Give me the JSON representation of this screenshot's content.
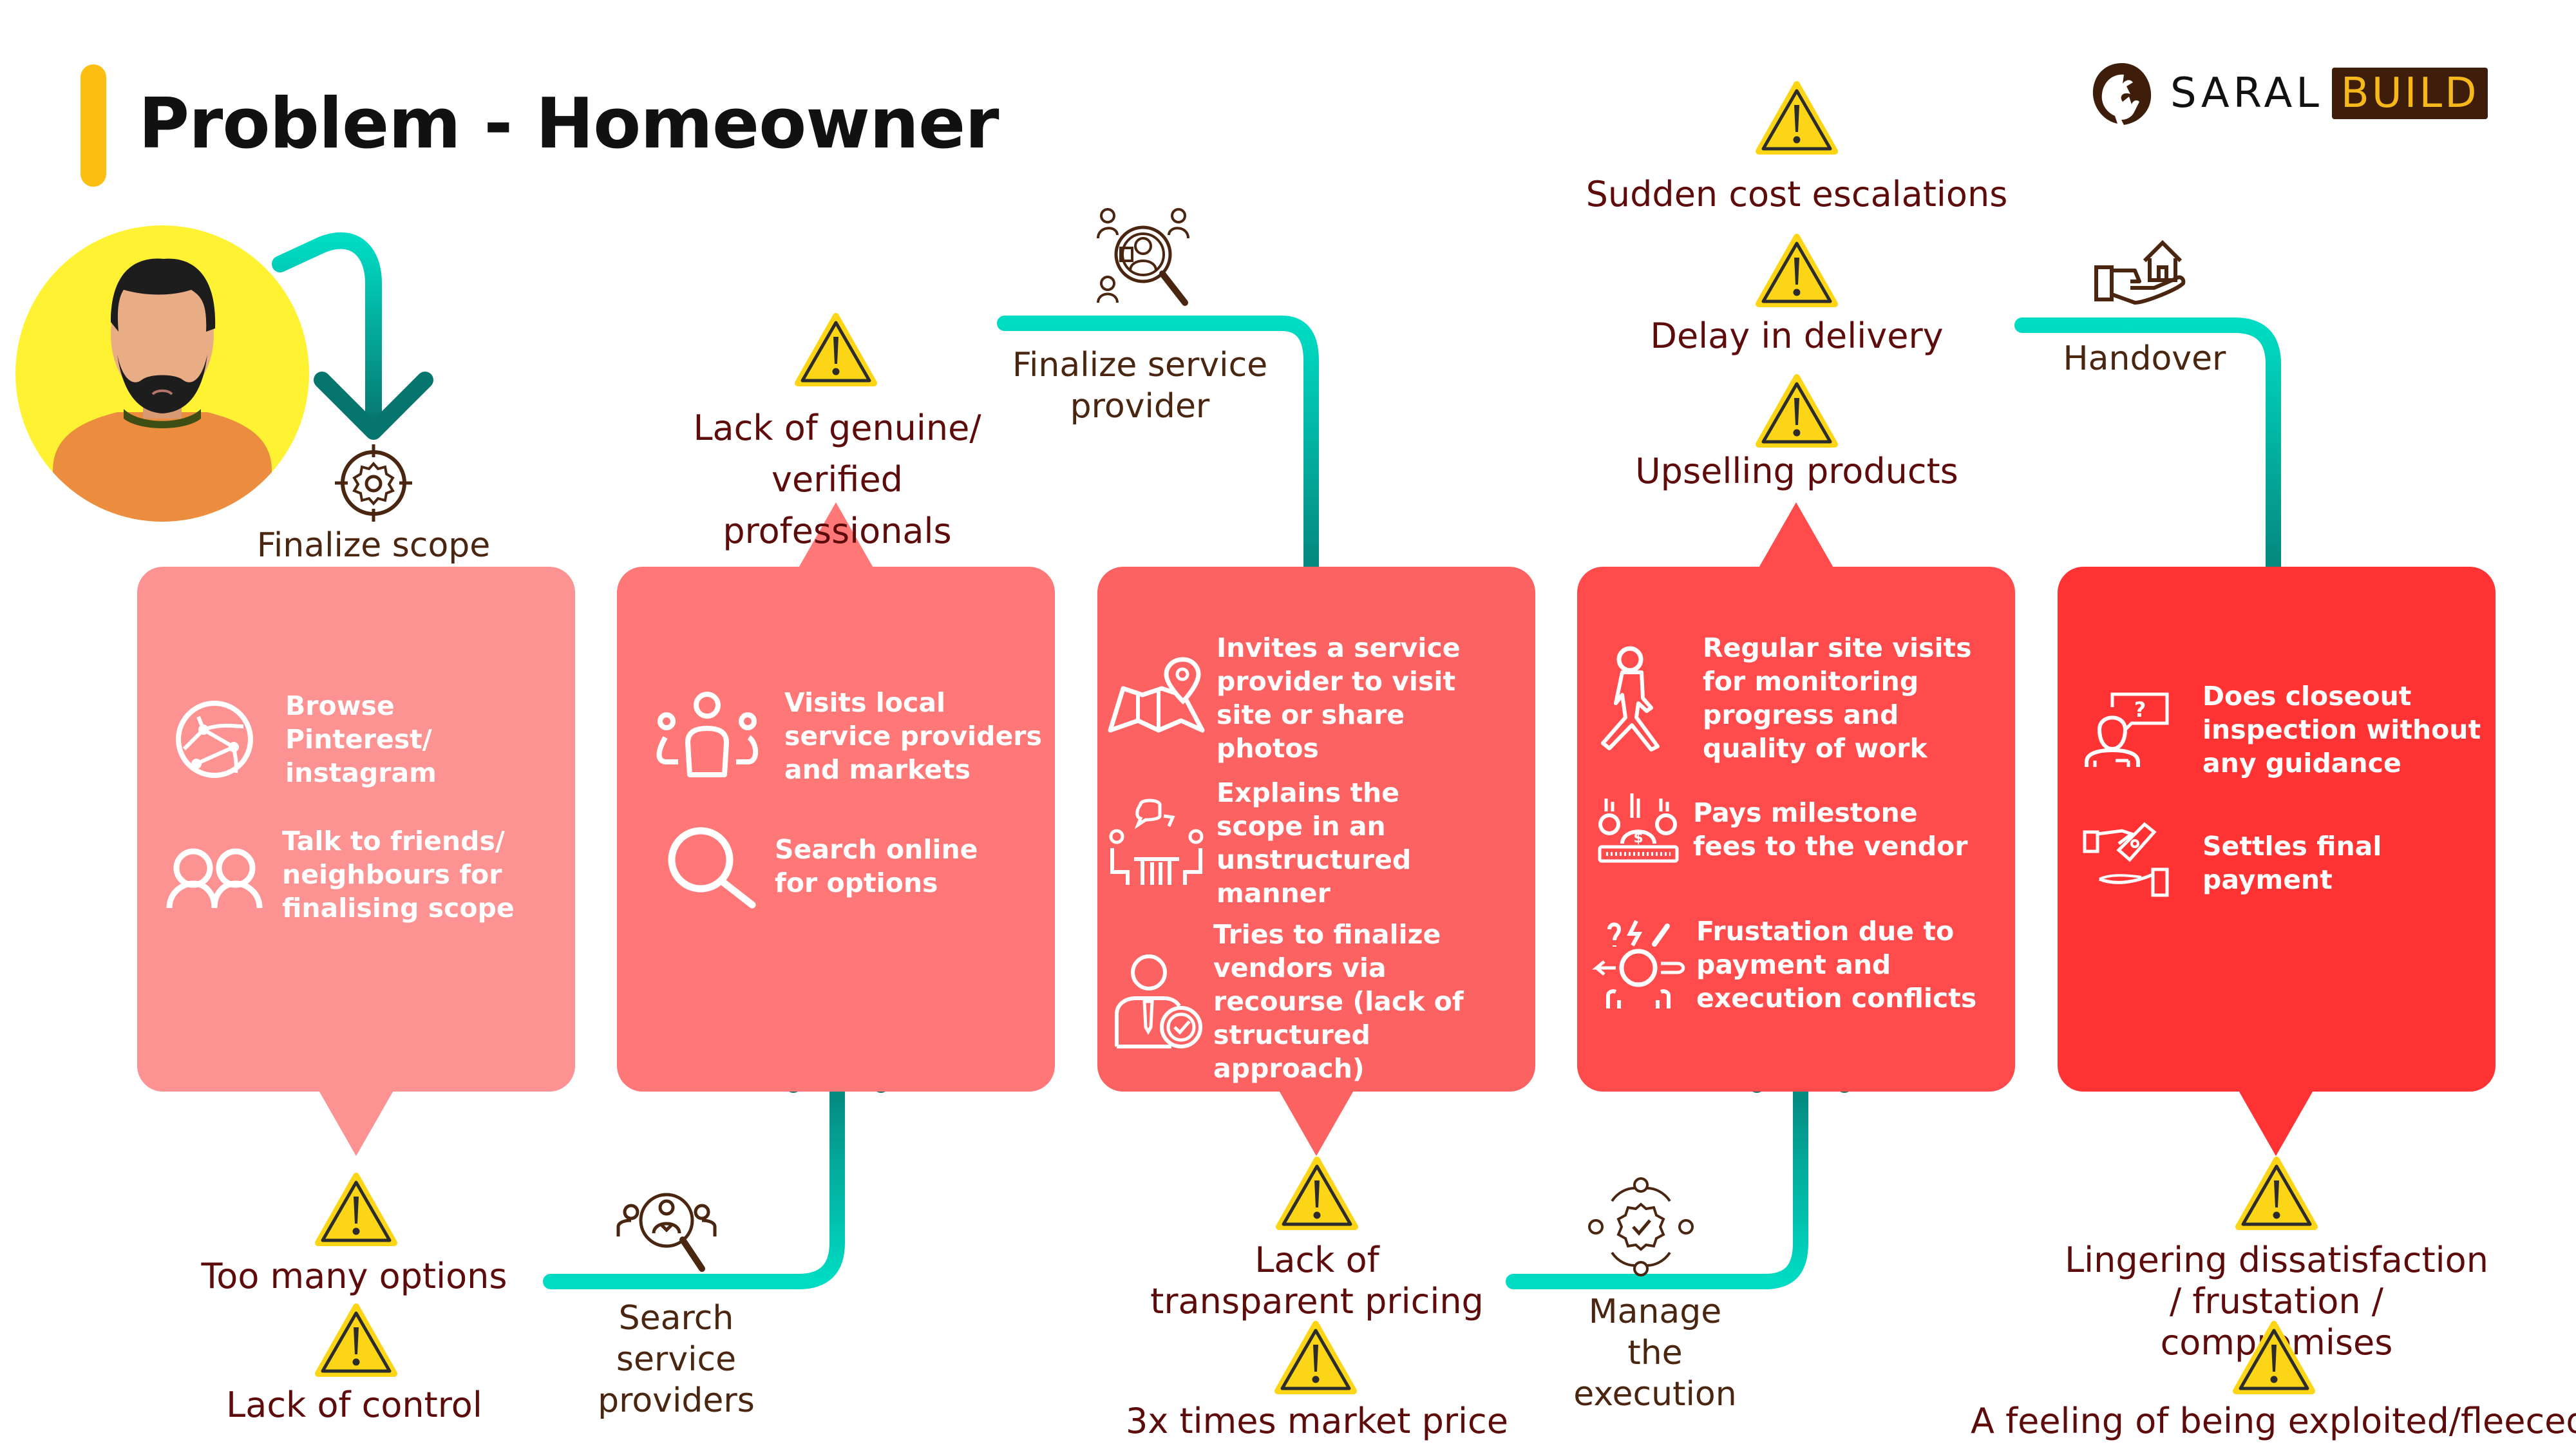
{
  "header": {
    "title": "Problem - Homeowner",
    "accent_color": "#FDBE12"
  },
  "logo": {
    "icon": "saral-build-hands-icon",
    "word1": "SARAL",
    "word2": "BUILD",
    "badge_bg": "#3E1E0A",
    "badge_fg": "#F6B81A"
  },
  "persona": {
    "icon": "frowning-man-avatar",
    "bg_color": "#FFF232"
  },
  "stages": [
    {
      "label": "Finalize scope",
      "icon": "gear-target-icon",
      "card_color": "#FC9292",
      "items": [
        {
          "icon": "network-globe-icon",
          "text": "Browse Pinterest/ instagram"
        },
        {
          "icon": "two-people-icon",
          "text": "Talk to friends/ neighbours for finalising scope"
        }
      ],
      "pain_points": [
        "Too many options",
        "Lack of control"
      ]
    },
    {
      "label": "Search service providers",
      "icon": "people-search-icon",
      "card_color": "#FF7777",
      "items": [
        {
          "icon": "group-icon",
          "text": "Visits local service providers and markets"
        },
        {
          "icon": "search-icon",
          "text": "Search online for options"
        }
      ],
      "pain_points": [
        "Lack of genuine/ verified professionals"
      ]
    },
    {
      "label": "Finalize service provider",
      "icon": "candidate-search-icon",
      "card_color": "#FD6262",
      "items": [
        {
          "icon": "map-pin-icon",
          "text": "Invites a service provider to visit site or share photos"
        },
        {
          "icon": "meeting-icon",
          "text": "Explains the scope in an unstructured manner"
        },
        {
          "icon": "verified-person-icon",
          "text": "Tries to finalize vendors via recourse (lack of structured approach)"
        }
      ],
      "pain_points": [
        "Lack of transparent pricing",
        "3x times market price"
      ]
    },
    {
      "label": "Manage the execution",
      "icon": "process-gear-icon",
      "card_color": "#FF4B4B",
      "items": [
        {
          "icon": "walking-person-icon",
          "text": "Regular site visits for monitoring progress and quality of work"
        },
        {
          "icon": "coins-payment-icon",
          "text": "Pays milestone fees to the vendor"
        },
        {
          "icon": "frustrated-person-icon",
          "text": "Frustation due to payment and execution conflicts"
        }
      ],
      "pain_points": [
        "Sudden cost escalations",
        "Delay in delivery",
        "Upselling products"
      ]
    },
    {
      "label": "Handover",
      "icon": "hand-house-icon",
      "card_color": "#FF3333",
      "items": [
        {
          "icon": "question-person-icon",
          "text": "Does closeout inspection without any guidance"
        },
        {
          "icon": "cash-hands-icon",
          "text": "Settles final payment"
        }
      ],
      "pain_points": [
        "Lingering dissatisfaction / frustation / compromises",
        "A feeling of being exploited/fleeced"
      ]
    }
  ],
  "colors": {
    "arrow_light": "#00DCC4",
    "arrow_dark": "#06756E",
    "warning_fill": "#FCD616",
    "label_text": "#4A2510",
    "warning_text": "#5E0B0B"
  }
}
